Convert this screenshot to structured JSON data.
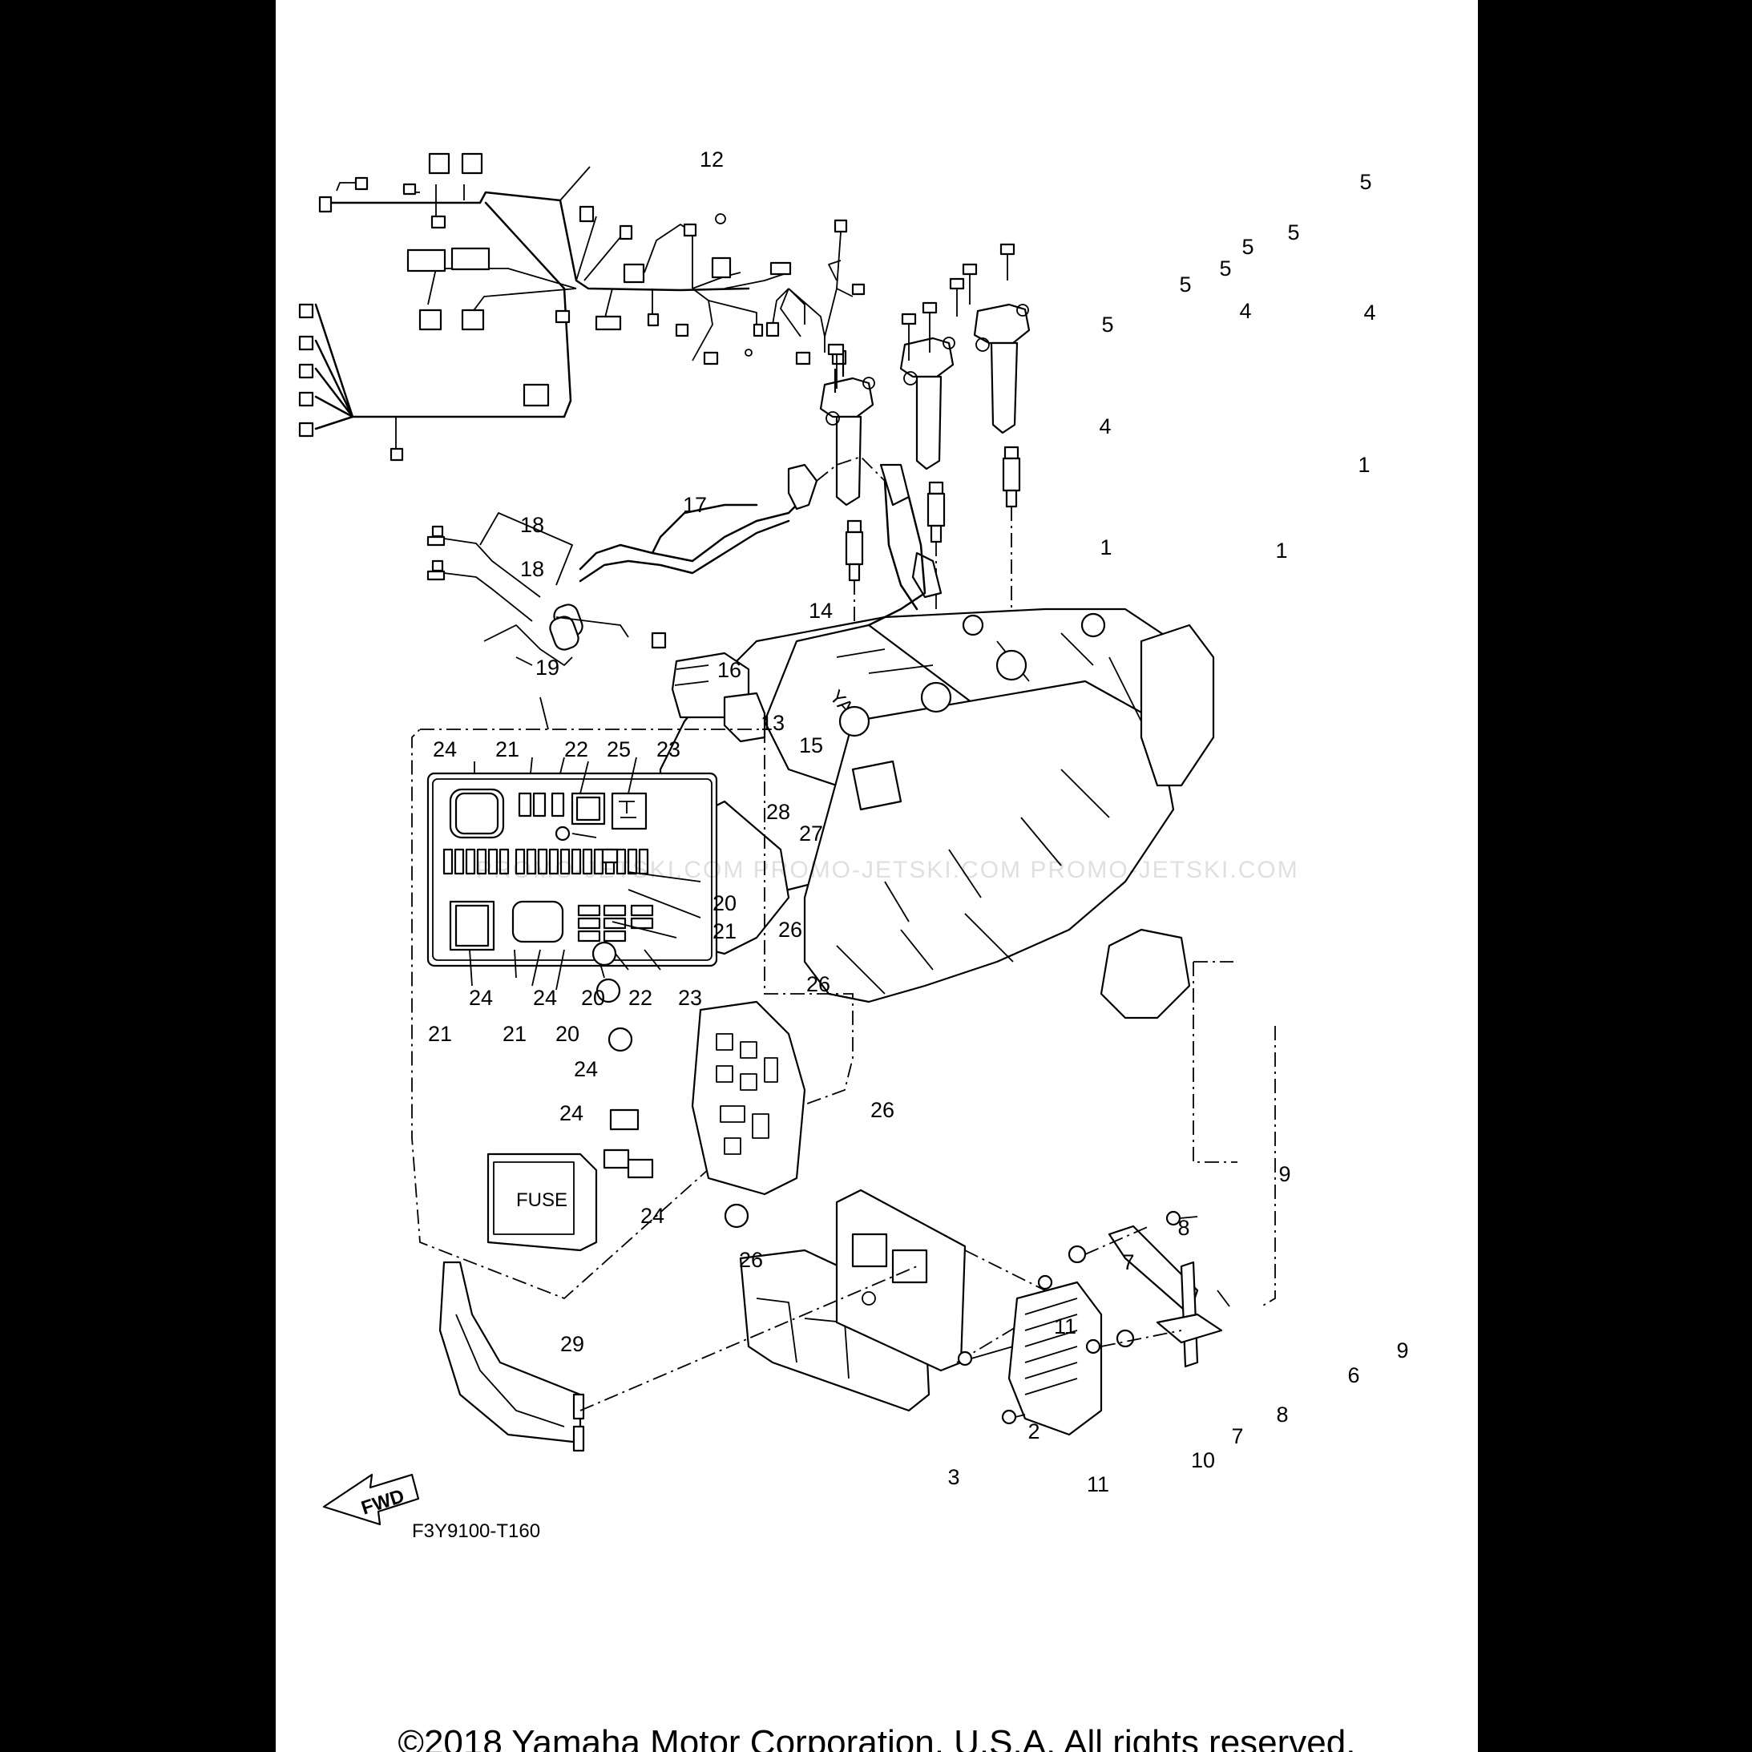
{
  "diagram": {
    "reference_code": "F3Y9100-T160",
    "fwd_label": "FWD",
    "brand_label": "YAMAHA",
    "fuse_label": "FUSE",
    "watermark": "PROMO-JETSKI.COM   PROMO-JETSKI.COM   PROMO-JETSKI.COM",
    "callouts": [
      {
        "id": "c12",
        "text": "12"
      },
      {
        "id": "c5a",
        "text": "5"
      },
      {
        "id": "c5b",
        "text": "5"
      },
      {
        "id": "c5c",
        "text": "5"
      },
      {
        "id": "c5d",
        "text": "5"
      },
      {
        "id": "c5e",
        "text": "5"
      },
      {
        "id": "c5f",
        "text": "5"
      },
      {
        "id": "c4a",
        "text": "4"
      },
      {
        "id": "c4b",
        "text": "4"
      },
      {
        "id": "c4c",
        "text": "4"
      },
      {
        "id": "c1a",
        "text": "1"
      },
      {
        "id": "c1b",
        "text": "1"
      },
      {
        "id": "c1c",
        "text": "1"
      },
      {
        "id": "c17",
        "text": "17"
      },
      {
        "id": "c18a",
        "text": "18"
      },
      {
        "id": "c18b",
        "text": "18"
      },
      {
        "id": "c14",
        "text": "14"
      },
      {
        "id": "c16",
        "text": "16"
      },
      {
        "id": "c13",
        "text": "13"
      },
      {
        "id": "c15",
        "text": "15"
      },
      {
        "id": "c19",
        "text": "19"
      },
      {
        "id": "c24a",
        "text": "24"
      },
      {
        "id": "c21a",
        "text": "21"
      },
      {
        "id": "c22a",
        "text": "22"
      },
      {
        "id": "c25",
        "text": "25"
      },
      {
        "id": "c23a",
        "text": "23"
      },
      {
        "id": "c20a",
        "text": "20"
      },
      {
        "id": "c21b",
        "text": "21"
      },
      {
        "id": "c24b",
        "text": "24"
      },
      {
        "id": "c24c",
        "text": "24"
      },
      {
        "id": "c20b",
        "text": "20"
      },
      {
        "id": "c22b",
        "text": "22"
      },
      {
        "id": "c23b",
        "text": "23"
      },
      {
        "id": "c21c",
        "text": "21"
      },
      {
        "id": "c21d",
        "text": "21"
      },
      {
        "id": "c20c",
        "text": "20"
      },
      {
        "id": "c28",
        "text": "28"
      },
      {
        "id": "c27",
        "text": "27"
      },
      {
        "id": "c26a",
        "text": "26"
      },
      {
        "id": "c26b",
        "text": "26"
      },
      {
        "id": "c26c",
        "text": "26"
      },
      {
        "id": "c26d",
        "text": "26"
      },
      {
        "id": "c24d",
        "text": "24"
      },
      {
        "id": "c24e",
        "text": "24"
      },
      {
        "id": "c24f",
        "text": "24"
      },
      {
        "id": "c9a",
        "text": "9"
      },
      {
        "id": "c8a",
        "text": "8"
      },
      {
        "id": "c7a",
        "text": "7"
      },
      {
        "id": "c11a",
        "text": "11"
      },
      {
        "id": "c9b",
        "text": "9"
      },
      {
        "id": "c6",
        "text": "6"
      },
      {
        "id": "c8b",
        "text": "8"
      },
      {
        "id": "c7b",
        "text": "7"
      },
      {
        "id": "c11b",
        "text": "11"
      },
      {
        "id": "c10",
        "text": "10"
      },
      {
        "id": "c2",
        "text": "2"
      },
      {
        "id": "c3",
        "text": "3"
      },
      {
        "id": "c29",
        "text": "29"
      }
    ]
  },
  "footer": {
    "copyright": "©2018 Yamaha Motor Corporation, U.S.A. All rights reserved."
  }
}
